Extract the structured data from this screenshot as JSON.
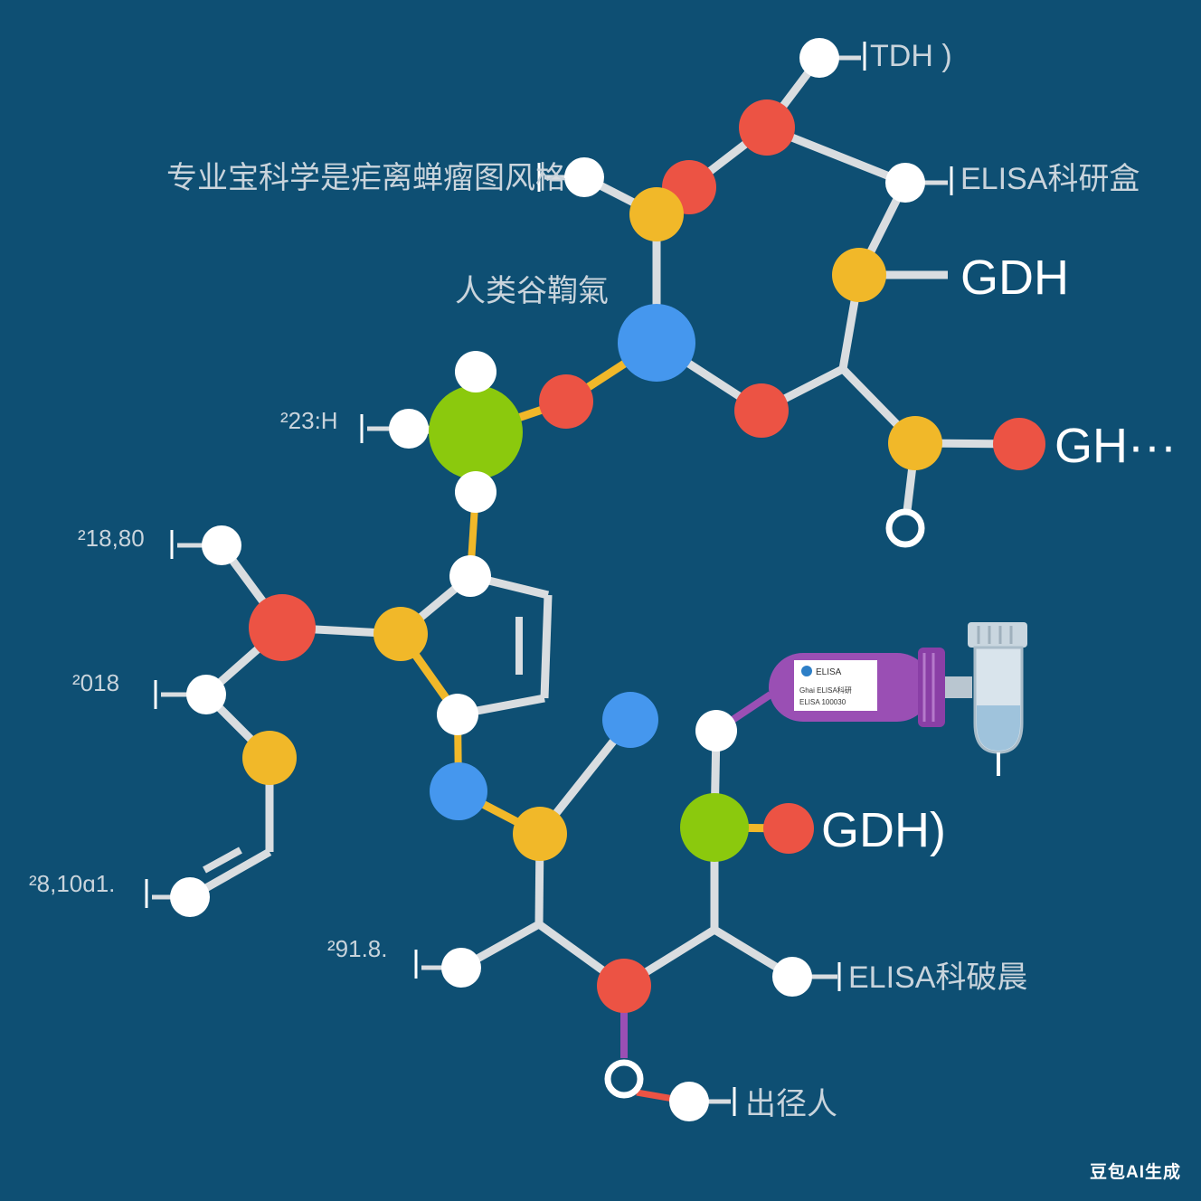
{
  "colors": {
    "background": "#0e4f73",
    "bond": "#d9dde0",
    "red": "#ec5344",
    "yellow": "#f1b829",
    "blue": "#4597ee",
    "green": "#8bc90d",
    "white": "#ffffff",
    "purple": "#9a4fb4"
  },
  "labels": {
    "header": "专业宝科学是疟离蝉瘤图风格",
    "tdh": "TDH )",
    "elisa_kit": "ELISA科研盒",
    "gdh_1": "GDH",
    "people": "人类谷鞫氣",
    "gh": "GH···",
    "code_23": "²23:H",
    "code_18": "²18,80",
    "code_018": "²018",
    "code_8": "²8,10ɑ1.",
    "code_91": "²91.8.",
    "gdh_2": "GDH)",
    "elisa_bottom": "ELISA科破晨",
    "bottom_person": "出径人"
  },
  "tube": {
    "brand": "ELISA",
    "line1": "Ghai ELISA科研",
    "line2": "ELISA 100030"
  },
  "watermark": "豆包AI生成"
}
